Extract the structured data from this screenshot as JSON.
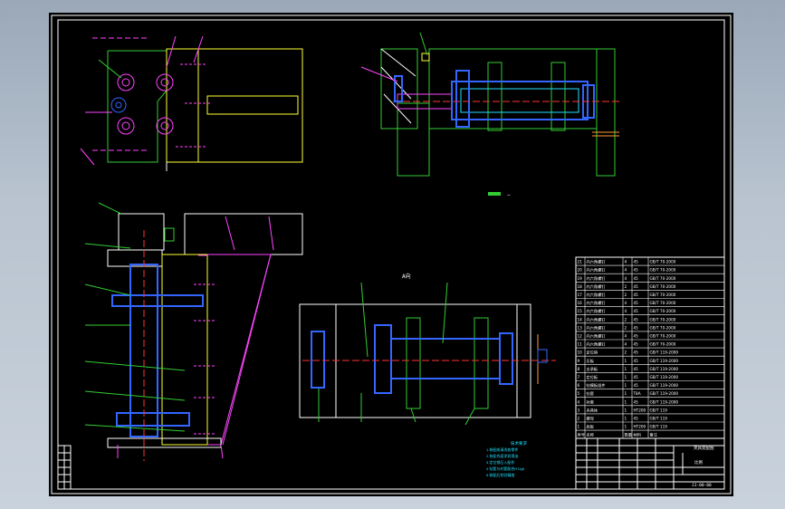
{
  "view_titles": {
    "bottom_view": "A向"
  },
  "annotations": {
    "minus_sign": "−"
  },
  "title_block": {
    "name_label": "夹具装配图",
    "drawing_no": "JJ-00-00",
    "scale_label": "比例"
  },
  "parts_list": {
    "rows": [
      {
        "no": "21",
        "name": "内六角螺钉",
        "qty": "4",
        "mat": "45",
        "std": "GB/T 70-2000"
      },
      {
        "no": "20",
        "name": "内六角螺钉",
        "qty": "4",
        "mat": "45",
        "std": "GB/T 70-2000"
      },
      {
        "no": "19",
        "name": "内六角螺钉",
        "qty": "4",
        "mat": "45",
        "std": "GB/T 70-2000"
      },
      {
        "no": "18",
        "name": "内六角螺钉",
        "qty": "2",
        "mat": "45",
        "std": "GB/T 70-2000"
      },
      {
        "no": "17",
        "name": "内六角螺钉",
        "qty": "2",
        "mat": "45",
        "std": "GB/T 70-2000"
      },
      {
        "no": "16",
        "name": "内六角螺钉",
        "qty": "4",
        "mat": "45",
        "std": "GB/T 70-2000"
      },
      {
        "no": "15",
        "name": "内六角螺钉",
        "qty": "4",
        "mat": "45",
        "std": "GB/T 70-2000"
      },
      {
        "no": "14",
        "name": "内六角螺钉",
        "qty": "2",
        "mat": "45",
        "std": "GB/T 70-2000"
      },
      {
        "no": "13",
        "name": "内六角螺钉",
        "qty": "2",
        "mat": "45",
        "std": "GB/T 70-2000"
      },
      {
        "no": "12",
        "name": "内六角螺钉",
        "qty": "4",
        "mat": "45",
        "std": "GB/T 70-2000"
      },
      {
        "no": "11",
        "name": "内六角螺钉",
        "qty": "4",
        "mat": "45",
        "std": "GB/T 70-2000"
      },
      {
        "no": "10",
        "name": "定位销",
        "qty": "2",
        "mat": "45",
        "std": "GB/T 119-2000"
      },
      {
        "no": "9",
        "name": "压板",
        "qty": "1",
        "mat": "45",
        "std": "GB/T 119-2000"
      },
      {
        "no": "8",
        "name": "支承板",
        "qty": "1",
        "mat": "45",
        "std": "GB/T 119-2000"
      },
      {
        "no": "7",
        "name": "定位板",
        "qty": "1",
        "mat": "45",
        "std": "GB/T 119-2000"
      },
      {
        "no": "6",
        "name": "钻模板组件",
        "qty": "1",
        "mat": "45",
        "std": "GB/T 119-2000"
      },
      {
        "no": "5",
        "name": "钻套",
        "qty": "1",
        "mat": "T8A",
        "std": "GB/T 119-2000"
      },
      {
        "no": "4",
        "name": "衬套",
        "qty": "1",
        "mat": "45",
        "std": "GB/T 119-2000"
      },
      {
        "no": "3",
        "name": "夹具体",
        "qty": "1",
        "mat": "HT200",
        "std": "GB/T 119"
      },
      {
        "no": "2",
        "name": "螺母",
        "qty": "1",
        "mat": "45",
        "std": "GB/T 119"
      },
      {
        "no": "1",
        "name": "底板",
        "qty": "1",
        "mat": "HT200",
        "std": "GB/T 119"
      }
    ],
    "header": {
      "no": "序号",
      "name": "名称",
      "qty": "数量",
      "mat": "材料",
      "std": "备注"
    }
  },
  "tech_notes": {
    "title": "技术要求",
    "lines": [
      "1.装配前清洗各零件",
      "2.各配合面涂润滑油",
      "3.定位销压入配作",
      "4.钻套与衬套配合H7/g6",
      "5.装配后检验精度"
    ]
  },
  "colors": {
    "background": "#000000",
    "line_white": "#ffffff",
    "line_green": "#33cc33",
    "line_blue": "#3366ff",
    "line_magenta": "#ff44ff",
    "line_yellow": "#ffff33",
    "line_red": "#ff3333",
    "line_cyan": "#22e0ff",
    "line_orange": "#ff9933"
  }
}
